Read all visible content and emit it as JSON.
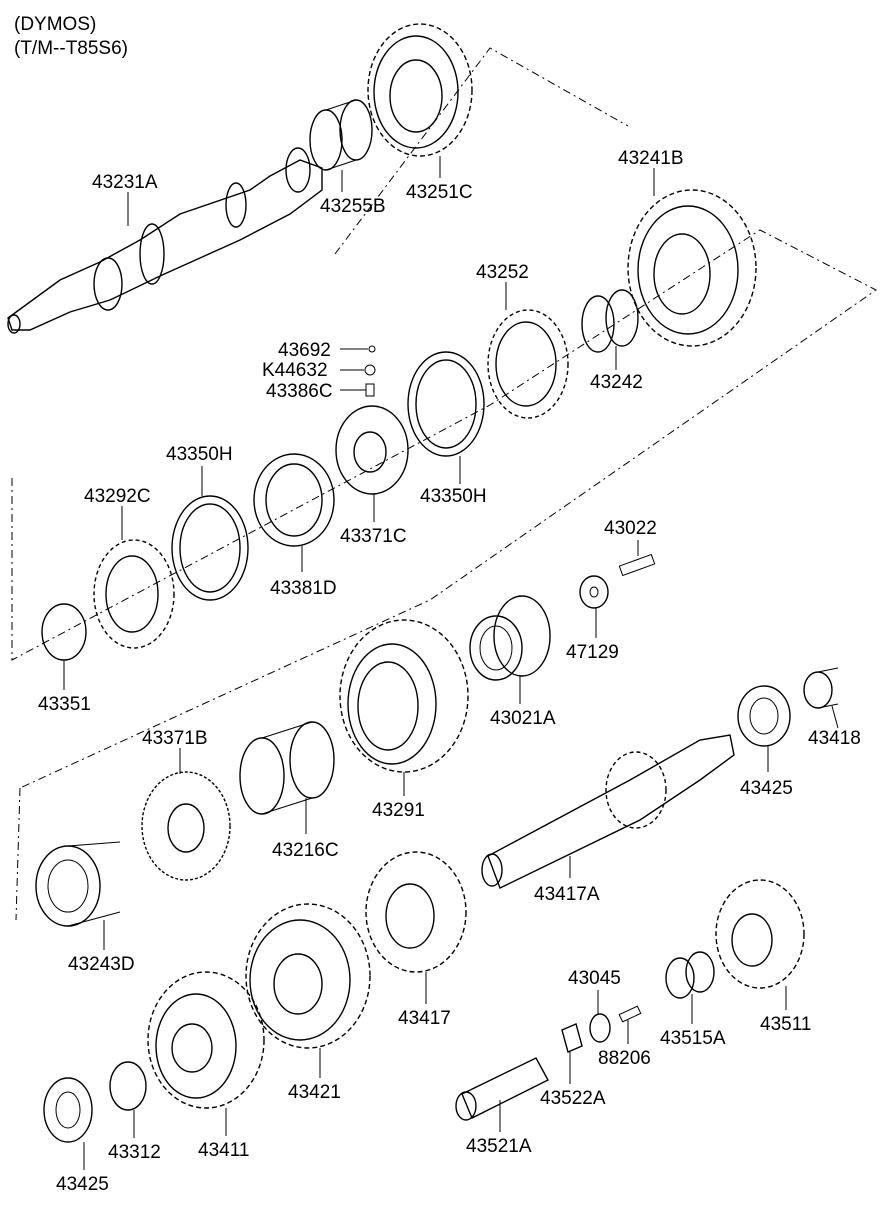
{
  "header": {
    "line1": "(DYMOS)",
    "line2": "(T/M--T85S6)"
  },
  "parts": [
    {
      "id": "p43231A",
      "label": "43231A"
    },
    {
      "id": "p43255B",
      "label": "43255B"
    },
    {
      "id": "p43251C",
      "label": "43251C"
    },
    {
      "id": "p43241B",
      "label": "43241B"
    },
    {
      "id": "p43252",
      "label": "43252"
    },
    {
      "id": "p43242",
      "label": "43242"
    },
    {
      "id": "p43692",
      "label": "43692"
    },
    {
      "id": "pK44632",
      "label": "K44632"
    },
    {
      "id": "p43386C",
      "label": "43386C"
    },
    {
      "id": "p43350H_a",
      "label": "43350H"
    },
    {
      "id": "p43350H_b",
      "label": "43350H"
    },
    {
      "id": "p43292C",
      "label": "43292C"
    },
    {
      "id": "p43371C",
      "label": "43371C"
    },
    {
      "id": "p43381D",
      "label": "43381D"
    },
    {
      "id": "p43022",
      "label": "43022"
    },
    {
      "id": "p47129",
      "label": "47129"
    },
    {
      "id": "p43351",
      "label": "43351"
    },
    {
      "id": "p43021A",
      "label": "43021A"
    },
    {
      "id": "p43371B",
      "label": "43371B"
    },
    {
      "id": "p43418",
      "label": "43418"
    },
    {
      "id": "p43425_a",
      "label": "43425"
    },
    {
      "id": "p43291",
      "label": "43291"
    },
    {
      "id": "p43216C",
      "label": "43216C"
    },
    {
      "id": "p43417A",
      "label": "43417A"
    },
    {
      "id": "p43243D",
      "label": "43243D"
    },
    {
      "id": "p43045",
      "label": "43045"
    },
    {
      "id": "p43417",
      "label": "43417"
    },
    {
      "id": "p43515A",
      "label": "43515A"
    },
    {
      "id": "p43511",
      "label": "43511"
    },
    {
      "id": "p88206",
      "label": "88206"
    },
    {
      "id": "p43421",
      "label": "43421"
    },
    {
      "id": "p43522A",
      "label": "43522A"
    },
    {
      "id": "p43312",
      "label": "43312"
    },
    {
      "id": "p43411",
      "label": "43411"
    },
    {
      "id": "p43521A",
      "label": "43521A"
    },
    {
      "id": "p43425_b",
      "label": "43425"
    }
  ]
}
